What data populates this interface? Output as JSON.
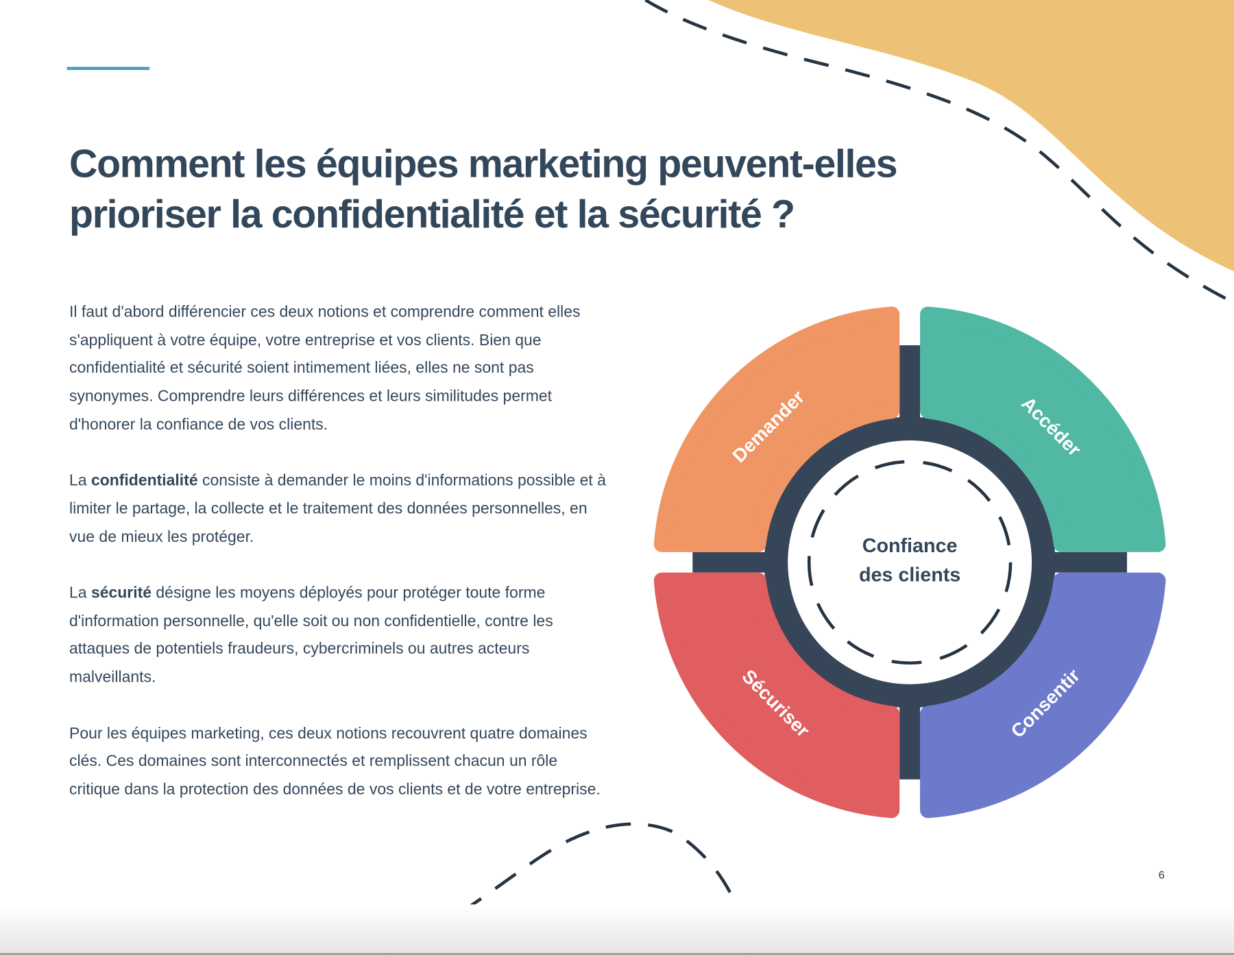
{
  "title": {
    "line1": "Comment les équipes marketing peuvent-elles",
    "line2": "prioriser la confidentialité et la sécurité ?"
  },
  "paragraphs": [
    {
      "pre": "Il faut d'abord différencier ces deux notions et comprendre comment elles s'appliquent à votre équipe, votre entreprise et vos clients. Bien que confidentialité et sécurité soient intimement liées, elles ne sont pas synonymes. Comprendre leurs différences et leurs similitudes permet d'honorer la confiance de vos clients.",
      "bold": "",
      "post": ""
    },
    {
      "pre": "La ",
      "bold": "confidentialité",
      "post": " consiste à demander le moins d'informations possible et à limiter le partage, la collecte et le traitement des données personnelles, en vue de mieux les protéger."
    },
    {
      "pre": "La ",
      "bold": "sécurité",
      "post": " désigne les moyens déployés pour protéger toute forme d'information personnelle, qu'elle soit ou non confidentielle, contre les attaques de potentiels fraudeurs, cybercriminels ou autres acteurs malveillants."
    },
    {
      "pre": "Pour les équipes marketing, ces deux notions recouvrent quatre domaines clés. Ces domaines sont interconnectés et remplissent chacun un rôle critique dans la protection des données de vos clients et de votre entreprise.",
      "bold": "",
      "post": ""
    }
  ],
  "diagram": {
    "center_line1": "Confiance",
    "center_line2": "des clients",
    "segments": [
      {
        "label": "Demander",
        "color": "#f09564"
      },
      {
        "label": "Accéder",
        "color": "#51b8a3"
      },
      {
        "label": "Sécuriser",
        "color": "#e05e60"
      },
      {
        "label": "Consentir",
        "color": "#6d7acb"
      }
    ],
    "ring_color": "#374558"
  },
  "page_number": "6",
  "colors": {
    "accent": "#4a9fb5",
    "blob": "#edc276",
    "text": "#33475b"
  }
}
